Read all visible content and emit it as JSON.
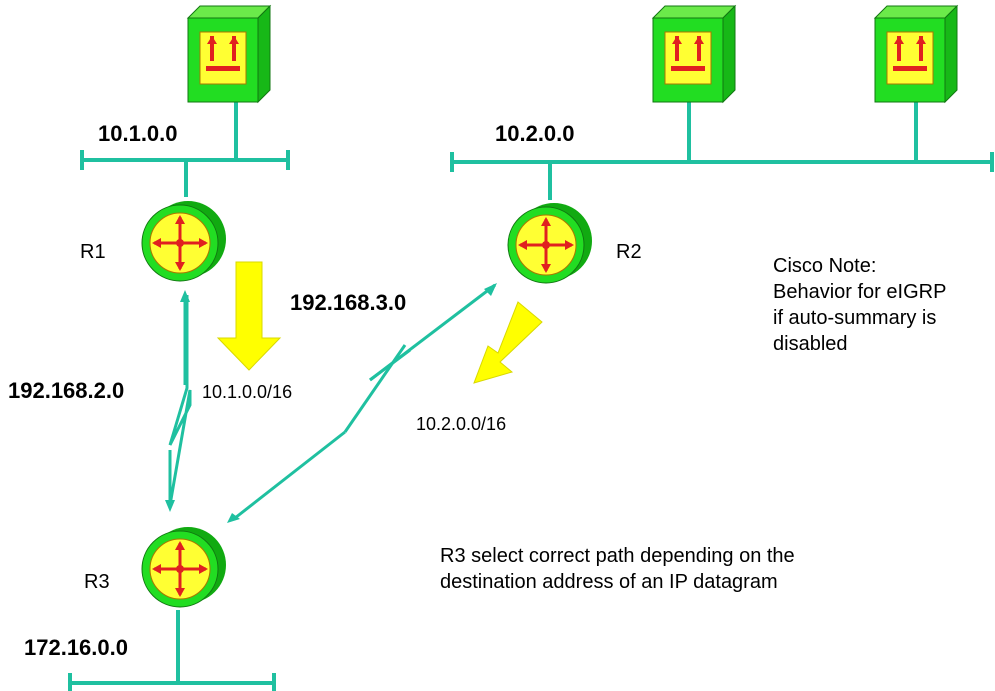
{
  "networks": {
    "net1": "10.1.0.0",
    "net2": "10.2.0.0",
    "net3": "172.16.0.0",
    "link_r1_r3": "192.168.2.0",
    "link_r2_r3": "192.168.3.0"
  },
  "routers": {
    "r1": "R1",
    "r2": "R2",
    "r3": "R3"
  },
  "routes": {
    "r1_summary": "10.1.0.0/16",
    "r2_summary": "10.2.0.0/16"
  },
  "notes": {
    "cisco": [
      "Cisco Note:",
      "Behavior for eIGRP",
      "if auto-summary is",
      "disabled"
    ],
    "r3": [
      "R3 select correct path depending on the",
      "destination address of an IP datagram"
    ]
  },
  "colors": {
    "link": "#1fc0a0",
    "router_outer": "#22dd22",
    "router_inner": "#ffff33",
    "arrow_red": "#e02020",
    "host_green": "#22dd22",
    "host_face": "#ffff33",
    "route_arrow": "#ffff00"
  }
}
